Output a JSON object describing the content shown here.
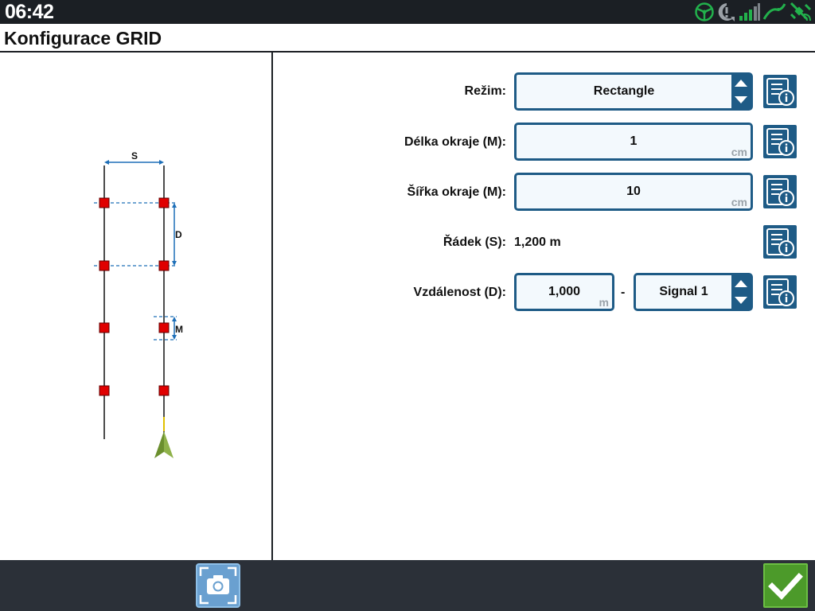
{
  "status_bar": {
    "time": "06:42",
    "icons": [
      "steering-icon",
      "warning-icon",
      "signal-strength-icon",
      "gps-line-icon",
      "satellite-icon"
    ]
  },
  "header": {
    "title": "Konfigurace GRID"
  },
  "diagram": {
    "label_s": "S",
    "label_d": "D",
    "label_m": "M"
  },
  "form": {
    "mode": {
      "label": "Režim:",
      "value": "Rectangle"
    },
    "edge_length": {
      "label": "Délka okraje (M):",
      "value": "1",
      "unit": "cm"
    },
    "edge_width": {
      "label": "Šířka okraje (M):",
      "value": "10",
      "unit": "cm"
    },
    "row": {
      "label": "Řádek (S):",
      "value": "1,200 m"
    },
    "distance": {
      "label": "Vzdálenost  (D):",
      "value": "1,000",
      "unit": "m",
      "separator": "-",
      "signal": "Signal 1"
    }
  },
  "colors": {
    "accent": "#1e5b86",
    "marker": "#e00000",
    "confirm": "#4c9a2a",
    "status_green": "#22b14c"
  }
}
